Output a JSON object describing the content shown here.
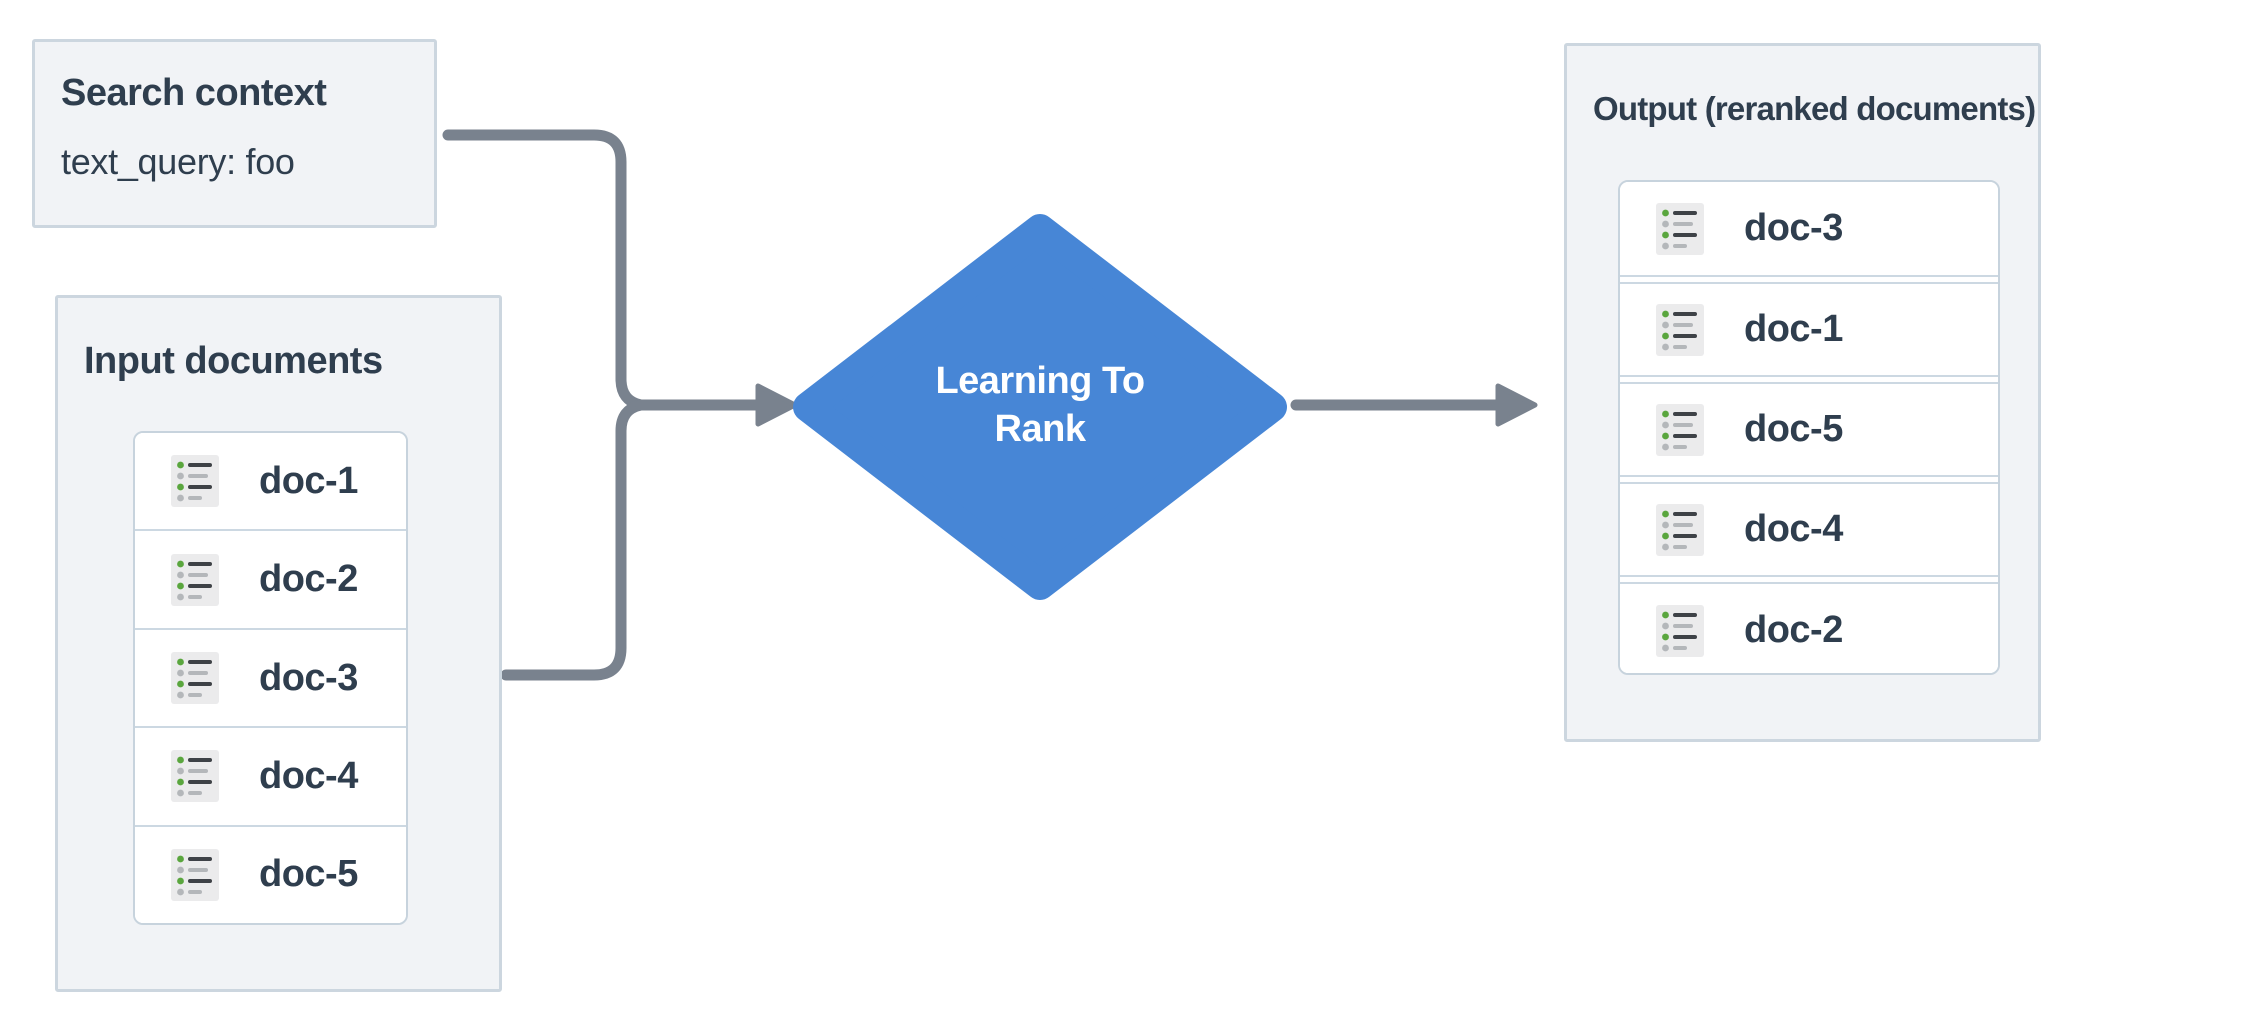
{
  "diagram": {
    "search_context": {
      "title": "Search context",
      "query": "text_query: foo"
    },
    "input_documents": {
      "title": "Input documents",
      "docs": [
        "doc-1",
        "doc-2",
        "doc-3",
        "doc-4",
        "doc-5"
      ]
    },
    "process": {
      "label": "Learning To Rank"
    },
    "output_documents": {
      "title": "Output (reranked documents)",
      "docs": [
        "doc-3",
        "doc-1",
        "doc-5",
        "doc-4",
        "doc-2"
      ]
    },
    "icons": {
      "doc_icon": "list-icon"
    },
    "colors": {
      "process_fill": "#4786d6",
      "connector": "#79828e",
      "box_background": "#f1f3f6",
      "box_border": "#ccd6df",
      "list_border": "#c7d3dd",
      "row_divider": "#ccd8e2",
      "text": "#2f3e4e",
      "process_text": "#ffffff",
      "icon_background": "#ebebec",
      "icon_green": "#5aa63e",
      "icon_gray": "#b4b7ba",
      "icon_line_dark": "#3e4247"
    }
  }
}
